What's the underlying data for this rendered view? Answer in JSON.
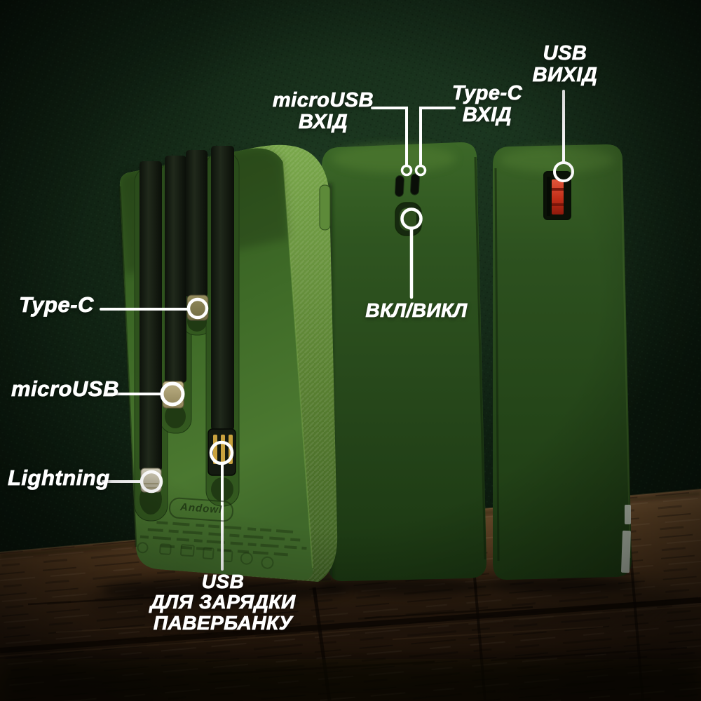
{
  "labels": {
    "micro_usb_input": {
      "line1": "microUSB",
      "line2": "ВХІД"
    },
    "type_c_input": {
      "line1": "Type-C",
      "line2": "ВХІД"
    },
    "usb_output": {
      "line1": "USB",
      "line2": "ВИХІД"
    },
    "type_c_cable": "Type-C",
    "micro_usb_cable": "microUSB",
    "lightning_cable": "Lightning",
    "power_switch": "ВКЛ/ВИКЛ",
    "usb_charge_input": {
      "line1": "USB",
      "line2": "ДЛЯ ЗАРЯДКИ",
      "line3": "ПАВЕРБАНКУ"
    }
  },
  "device": {
    "brand": "Andowl"
  },
  "colors": {
    "label_text": "#ffffff",
    "device_green": "#3c6626",
    "device_side_green": "#6d9a40",
    "usb_port_red": "#cc3d20",
    "connector_gold": "#c9a23e",
    "velvet_green": "#14301b",
    "wood_brown": "#5a4127"
  }
}
